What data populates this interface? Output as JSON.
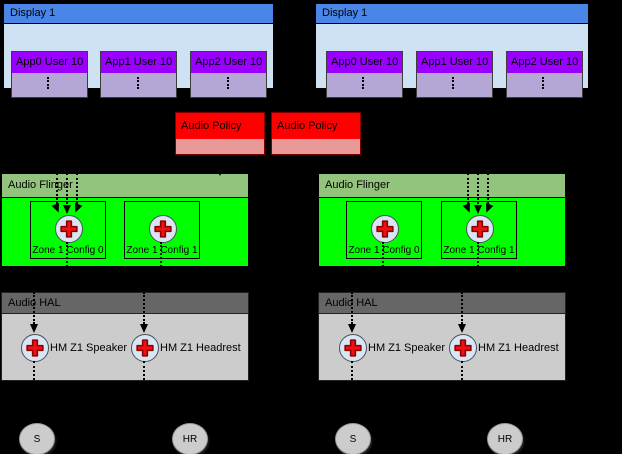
{
  "diagram_type": "audio-routing-architecture",
  "columns": [
    {
      "display": {
        "title": "Display 1",
        "apps": [
          {
            "label": "App0 User 10"
          },
          {
            "label": "App1 User 10"
          },
          {
            "label": "App2 User 10"
          }
        ]
      },
      "audio_policy": {
        "label": "Audio Policy"
      },
      "audio_flinger": {
        "title": "Audio Flinger",
        "zones": [
          {
            "label": "Zone 1 Config 0"
          },
          {
            "label": "Zone 1 Config 1"
          }
        ],
        "arrows_target_zone": "Zone 1 Config 0"
      },
      "audio_hal": {
        "title": "Audio HAL",
        "devices": [
          {
            "label": "HM Z1 Speaker"
          },
          {
            "label": "HM Z1 Headrest"
          }
        ]
      },
      "sinks": [
        {
          "label": "S"
        },
        {
          "label": "HR"
        }
      ]
    },
    {
      "display": {
        "title": "Display 1",
        "apps": [
          {
            "label": "App0 User 10"
          },
          {
            "label": "App1 User 10"
          },
          {
            "label": "App2 User 10"
          }
        ]
      },
      "audio_policy": {
        "label": "Audio Policy"
      },
      "audio_flinger": {
        "title": "Audio Flinger",
        "zones": [
          {
            "label": "Zone 1 Config 0"
          },
          {
            "label": "Zone 1 Config 1"
          }
        ],
        "arrows_target_zone": "Zone 1 Config 1"
      },
      "audio_hal": {
        "title": "Audio HAL",
        "devices": [
          {
            "label": "HM Z1 Speaker"
          },
          {
            "label": "HM Z1 Headrest"
          }
        ]
      },
      "sinks": [
        {
          "label": "S"
        },
        {
          "label": "HR"
        }
      ]
    }
  ],
  "icons": {
    "mixer": "red-plus-mixer-icon",
    "arrow": "down-arrowhead-icon"
  },
  "colors": {
    "background": "#000000",
    "display_header": "#4a86e8",
    "display_body": "#cfe2f3",
    "app_header": "#9900ff",
    "app_body": "#b4a7d6",
    "policy_header": "#ff0000",
    "policy_body": "#ea9999",
    "flinger_header": "#93c47d",
    "flinger_body": "#00ff00",
    "hal_header": "#666666",
    "hal_body": "#cccccc",
    "mixer_fill": "#d9e5f3",
    "mixer_plus": "#ff0000",
    "sink_fill": "#cccccc"
  }
}
